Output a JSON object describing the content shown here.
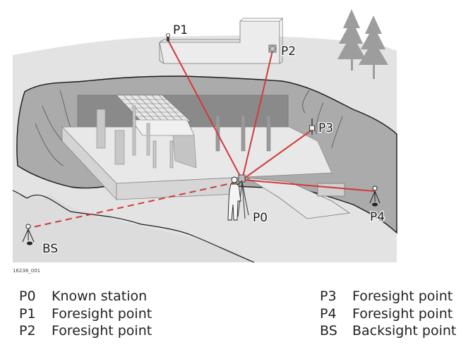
{
  "figure_id": "16238_001",
  "colors": {
    "sight_line": "#d23a3a",
    "ground_light": "#e3e3e3",
    "pit_wall": "#ababab",
    "wall_dark": "#8a8a8a",
    "slab": "#e8e8e8",
    "trees": "#9d9d9d"
  },
  "diagram_labels": {
    "p0": "P0",
    "p1": "P1",
    "p2": "P2",
    "p3": "P3",
    "p4": "P4",
    "bs": "BS"
  },
  "legend": {
    "left": [
      {
        "key": "P0",
        "desc": "Known station"
      },
      {
        "key": "P1",
        "desc": "Foresight point"
      },
      {
        "key": "P2",
        "desc": "Foresight point"
      }
    ],
    "right": [
      {
        "key": "P3",
        "desc": "Foresight point"
      },
      {
        "key": "P4",
        "desc": "Foresight point"
      },
      {
        "key": "BS",
        "desc": "Backsight point"
      }
    ]
  }
}
